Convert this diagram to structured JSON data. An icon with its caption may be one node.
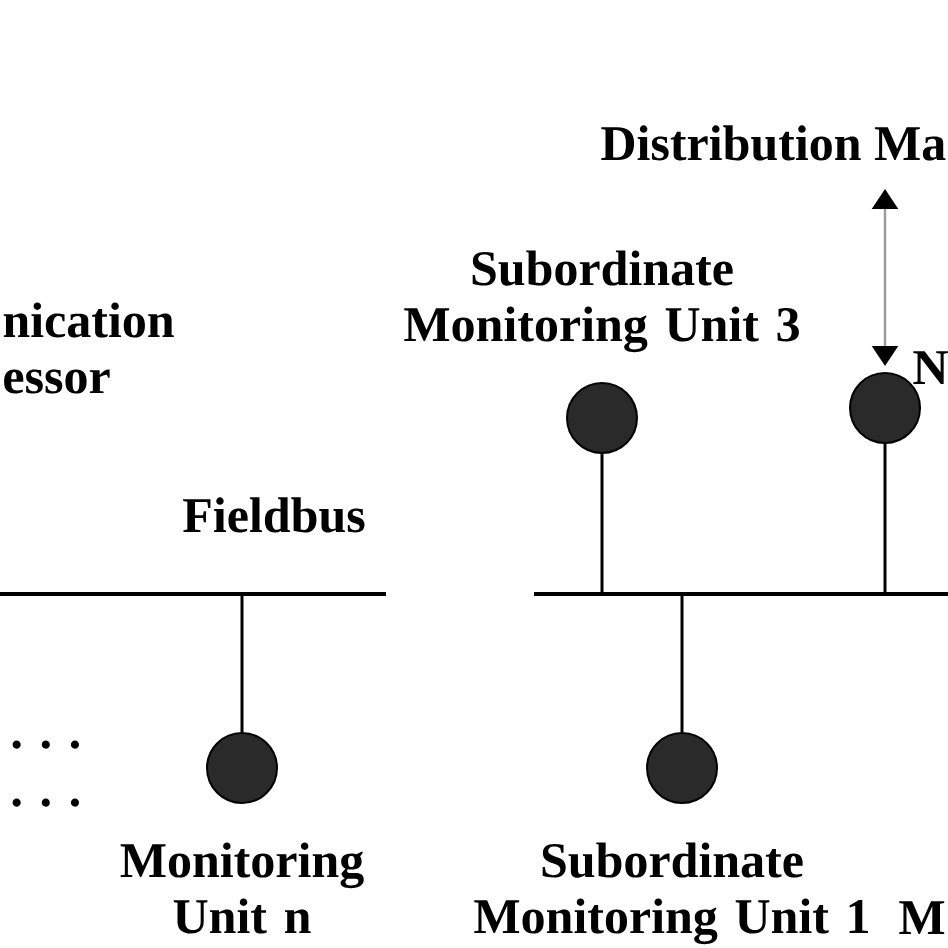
{
  "diagram": {
    "nodes": [
      {
        "text": [
          "Distribution Ma"
        ]
      },
      {
        "text": [],
        "shape": "circle",
        "beside": [
          "Subordinate Monitoring Unit 3"
        ]
      },
      {
        "text": [],
        "shape": "circle",
        "beside": [
          "N"
        ]
      },
      {
        "text": [],
        "shape": "line",
        "beside": [
          "Fieldbus"
        ]
      },
      {
        "text": [],
        "shape": "line"
      },
      {
        "text": [],
        "shape": "circle",
        "beside": [
          "Monitoring Unit n"
        ]
      },
      {
        "text": [],
        "shape": "circle",
        "beside": [
          "Subordinate Monitoring Unit 1"
        ]
      }
    ],
    "edges": [
      {
        "from": 0,
        "to": 2,
        "arrow": "both",
        "color": "#9a9a9a"
      },
      {
        "from": 1,
        "to": 4,
        "arrow": "none"
      },
      {
        "from": 2,
        "to": 4,
        "arrow": "none"
      },
      {
        "from": 3,
        "to": 5,
        "arrow": "none"
      },
      {
        "from": 4,
        "to": 6,
        "arrow": "none"
      }
    ],
    "labels": [
      "nication essor",
      ". . .",
      ". . .",
      "M"
    ]
  }
}
